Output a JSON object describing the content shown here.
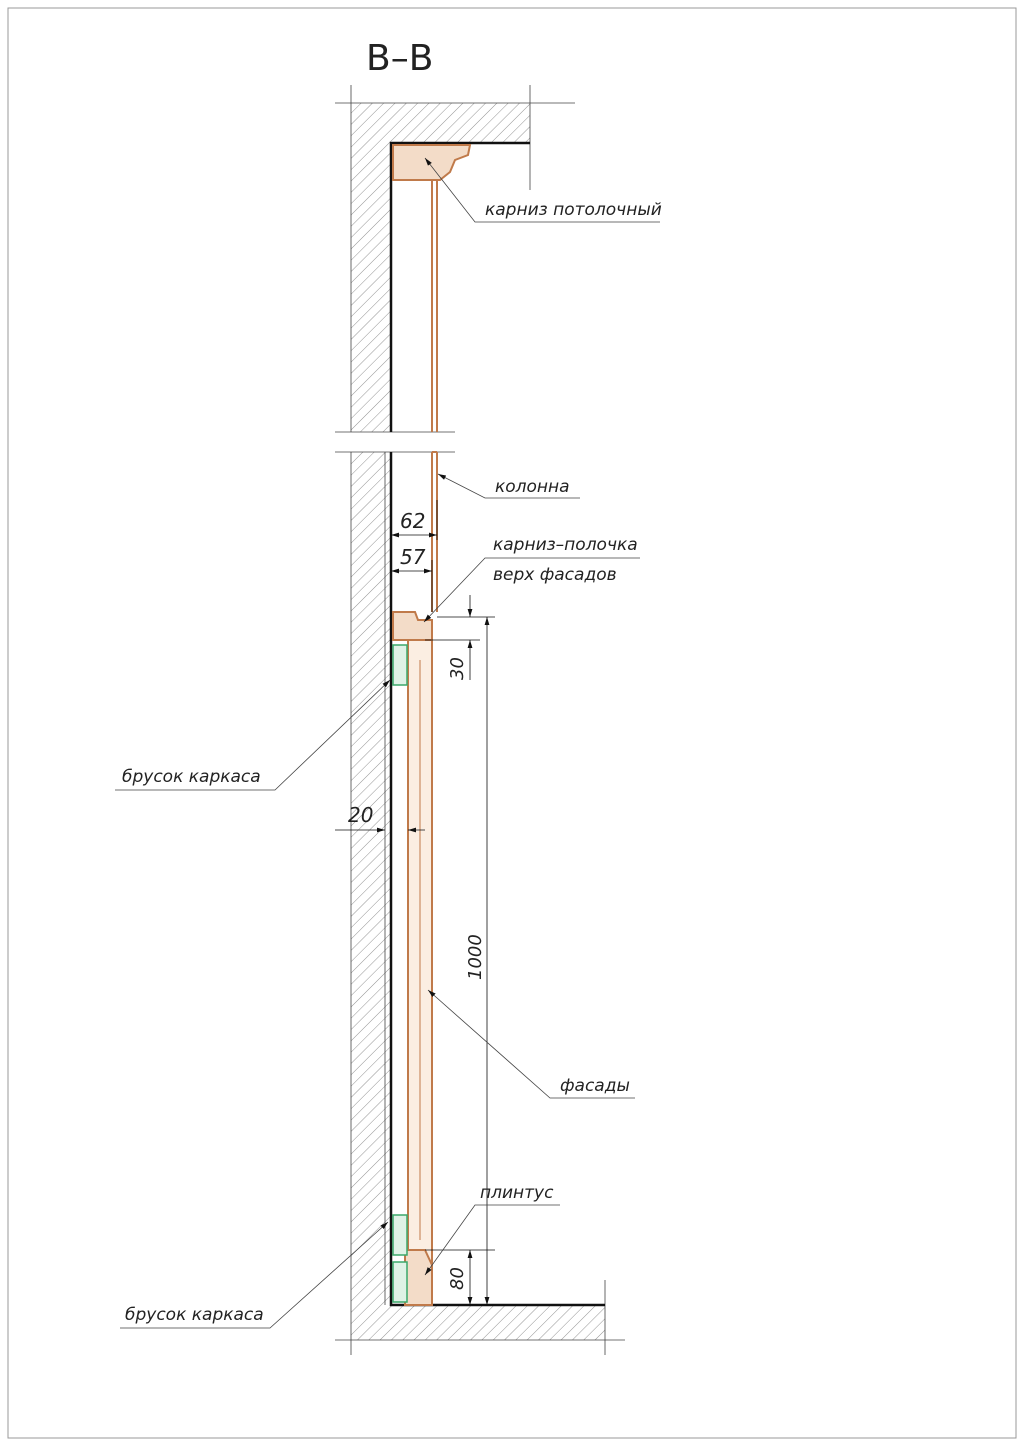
{
  "title": "B–B",
  "labels": {
    "ceiling_cornice": "карниз потолочный",
    "column": "колонна",
    "shelf_cornice": "карниз–полочка",
    "facade_top": "верх фасадов",
    "frame_bar_top": "брусок каркаса",
    "facades": "фасады",
    "baseboard": "плинтус",
    "frame_bar_bottom": "брусок каркаса"
  },
  "dimensions": {
    "d62": "62",
    "d57": "57",
    "d30": "30",
    "d20": "20",
    "d1000": "1000",
    "d80": "80"
  },
  "colors": {
    "wood": "#c07a4a",
    "frame": "#3aa86a",
    "line": "#111111"
  }
}
